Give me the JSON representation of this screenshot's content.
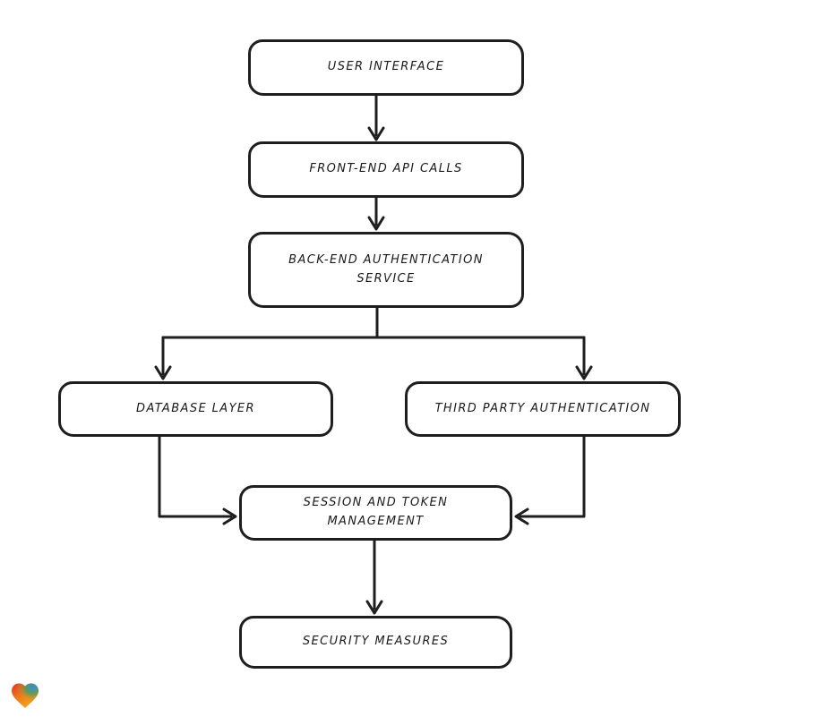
{
  "diagram": {
    "type": "flowchart",
    "background": "#ffffff",
    "stroke_color": "#1e1e1e",
    "node_fill": "#ffffff",
    "nodes": {
      "user_interface": {
        "label": "USER INTERFACE"
      },
      "front_end_api_calls": {
        "label": "FRONT-END API CALLS"
      },
      "back_end_auth_service": {
        "label": "BACK-END AUTHENTICATION SERVICE"
      },
      "database_layer": {
        "label": "DATABASE LAYER"
      },
      "third_party_auth": {
        "label": "THIRD PARTY AUTHENTICATION"
      },
      "session_token_mgmt": {
        "label": "SESSION AND TOKEN MANAGEMENT"
      },
      "security_measures": {
        "label": "SECURITY MEASURES"
      }
    },
    "edges": [
      {
        "from": "USER INTERFACE",
        "to": "FRONT-END API CALLS"
      },
      {
        "from": "FRONT-END API CALLS",
        "to": "BACK-END AUTHENTICATION SERVICE"
      },
      {
        "from": "BACK-END AUTHENTICATION SERVICE",
        "to": "DATABASE LAYER"
      },
      {
        "from": "BACK-END AUTHENTICATION SERVICE",
        "to": "THIRD PARTY AUTHENTICATION"
      },
      {
        "from": "DATABASE LAYER",
        "to": "SESSION AND TOKEN MANAGEMENT"
      },
      {
        "from": "THIRD PARTY AUTHENTICATION",
        "to": "SESSION AND TOKEN MANAGEMENT"
      },
      {
        "from": "SESSION AND TOKEN MANAGEMENT",
        "to": "SECURITY MEASURES"
      }
    ],
    "logo": {
      "icon": "gradient-heart-icon",
      "colors": {
        "red": "#e23229",
        "blue": "#2b92de",
        "green": "#3fa263",
        "orange": "#f6a21c"
      }
    }
  }
}
